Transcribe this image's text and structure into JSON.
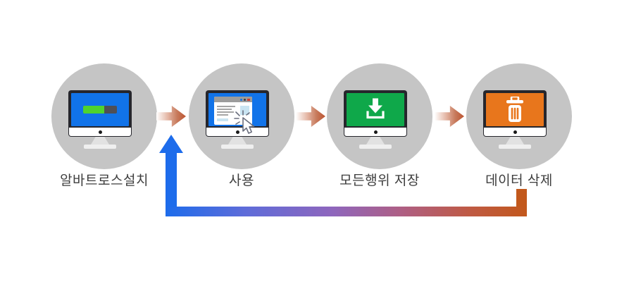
{
  "diagram": {
    "description": "process-loop-diagram",
    "steps": [
      {
        "label": "알바트로스설치",
        "icon": "install-progress-monitor-icon",
        "screen_color": "#1173e9"
      },
      {
        "label": "사용",
        "icon": "browser-click-monitor-icon",
        "screen_color": "#1173e9"
      },
      {
        "label": "모든행위 저장",
        "icon": "download-monitor-icon",
        "screen_color": "#0fa84a"
      },
      {
        "label": "데이터 삭제",
        "icon": "trash-monitor-icon",
        "screen_color": "#e8761c"
      }
    ],
    "colors": {
      "circle_gray": "#c5c5c5",
      "monitor_bezel": "#26262c",
      "progress_green": "#4fd32d",
      "progress_track": "#4f4f55",
      "flow_arrow_terracotta": "#bd5431",
      "feedback_blue": "#1d6ceb",
      "feedback_orange": "#c2581c",
      "feedback_gradient_mid": "#8e66bd"
    }
  }
}
